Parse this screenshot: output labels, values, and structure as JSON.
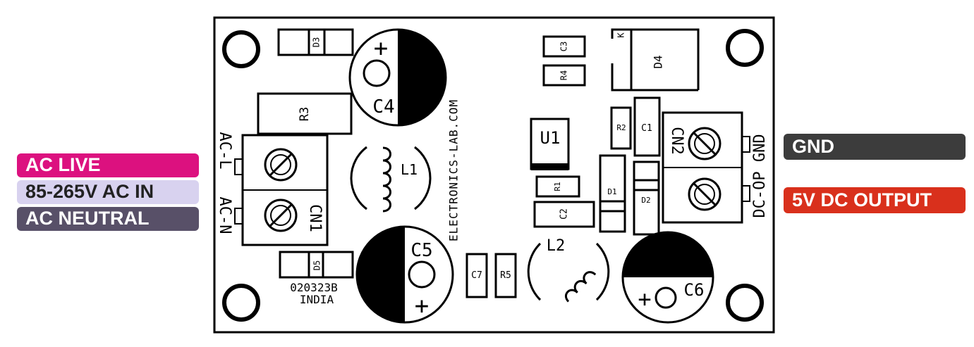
{
  "labels": {
    "ac_live": "AC LIVE",
    "ac_in": "85-265V AC IN",
    "ac_neutral": "AC NEUTRAL",
    "gnd": "GND",
    "dc_output": "5V DC OUTPUT"
  },
  "board": {
    "website": "ELECTRONICS-LAB.COM",
    "code": "020323B",
    "country": "INDIA",
    "input_pin_l": "AC-L",
    "input_pin_n": "AC-N",
    "output_pins": "DC-OP GND"
  },
  "components": {
    "c4": "C4",
    "c5": "C5",
    "c6": "C6",
    "c1": "C1",
    "c2": "C2",
    "c3": "C3",
    "c7": "C7",
    "r1": "R1",
    "r2": "R2",
    "r3": "R3",
    "r4": "R4",
    "r5": "R5",
    "d1": "D1",
    "d2": "D2",
    "d3": "D3",
    "d4": "D4",
    "d5": "D5",
    "l1": "L1",
    "l2": "L2",
    "u1": "U1",
    "cn1": "CN1",
    "cn2": "CN2",
    "plus": "+",
    "k": "K"
  },
  "colors": {
    "ac_live": "#dc117f",
    "ac_in": "#d8d2ef",
    "ac_neutral": "#585068",
    "gnd": "#3c3c3c",
    "dc_output": "#d9301c"
  }
}
